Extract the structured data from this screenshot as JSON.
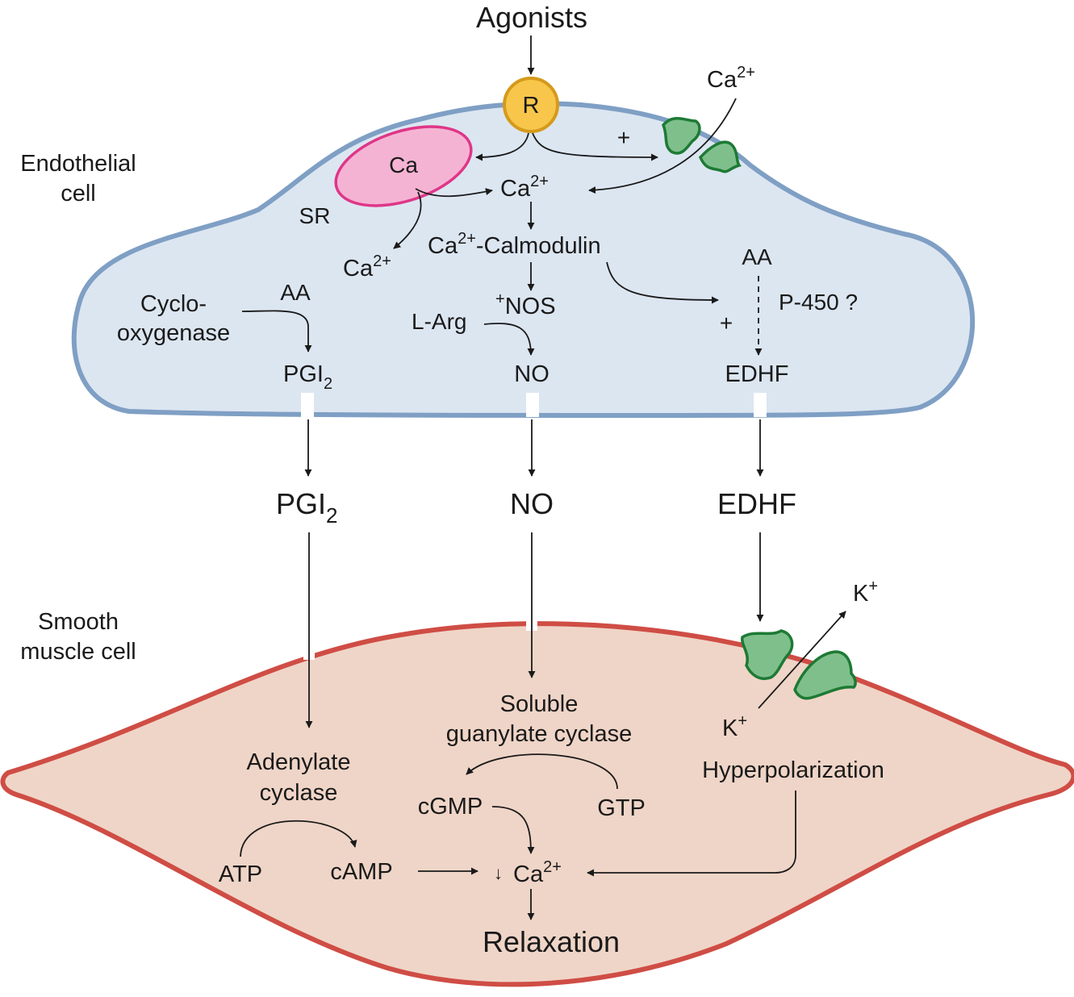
{
  "colors": {
    "endothelial_fill": "#dce6f1",
    "endothelial_border": "#7f9fc4",
    "smooth_muscle_fill": "#efd5c7",
    "smooth_muscle_border": "#cf4d45",
    "receptor_fill": "#f7c64a",
    "receptor_border": "#d59a1b",
    "sr_fill": "#f5b3d3",
    "sr_border": "#df3688",
    "channel_fill": "#7fbf8c",
    "channel_border": "#1d7a34",
    "text": "#1a1a1a"
  },
  "labels": {
    "agonists": "Agonists",
    "receptor": "R",
    "endothelial_line1": "Endothelial",
    "endothelial_line2": "cell",
    "ca_external": "Ca",
    "ca_superscript": "2+",
    "plus_channel": "+",
    "sr_ca": "Ca",
    "sr_label": "SR",
    "ca_cytosol": "Ca",
    "ca_released": "Ca",
    "calmodulin": "-Calmodulin",
    "calmodulin_ca": "Ca",
    "aa_right": "AA",
    "p450": "P-450 ?",
    "plus_p450": "+",
    "aa_left": "AA",
    "cyclo_line1": "Cyclo-",
    "cyclo_line2": "oxygenase",
    "nos_plus": "+",
    "nos": "NOS",
    "l_arg": "L-Arg",
    "pgi_inner": "PGI",
    "pgi_inner_sub": "2",
    "no_inner": "NO",
    "edhf_inner": "EDHF",
    "pgi_outer": "PGI",
    "pgi_outer_sub": "2",
    "no_outer": "NO",
    "edhf_outer": "EDHF",
    "smooth_line1": "Smooth",
    "smooth_line2": "muscle cell",
    "k_out": "K",
    "k_in": "K",
    "k_superscript": "+",
    "soluble_line1": "Soluble",
    "soluble_line2": "guanylate cyclase",
    "adenylate_line1": "Adenylate",
    "adenylate_line2": "cyclase",
    "hyperpolarization": "Hyperpolarization",
    "cgmp": "cGMP",
    "gtp": "GTP",
    "atp": "ATP",
    "camp": "cAMP",
    "down_arrow": "↓",
    "ca_final": "Ca",
    "relaxation": "Relaxation"
  }
}
